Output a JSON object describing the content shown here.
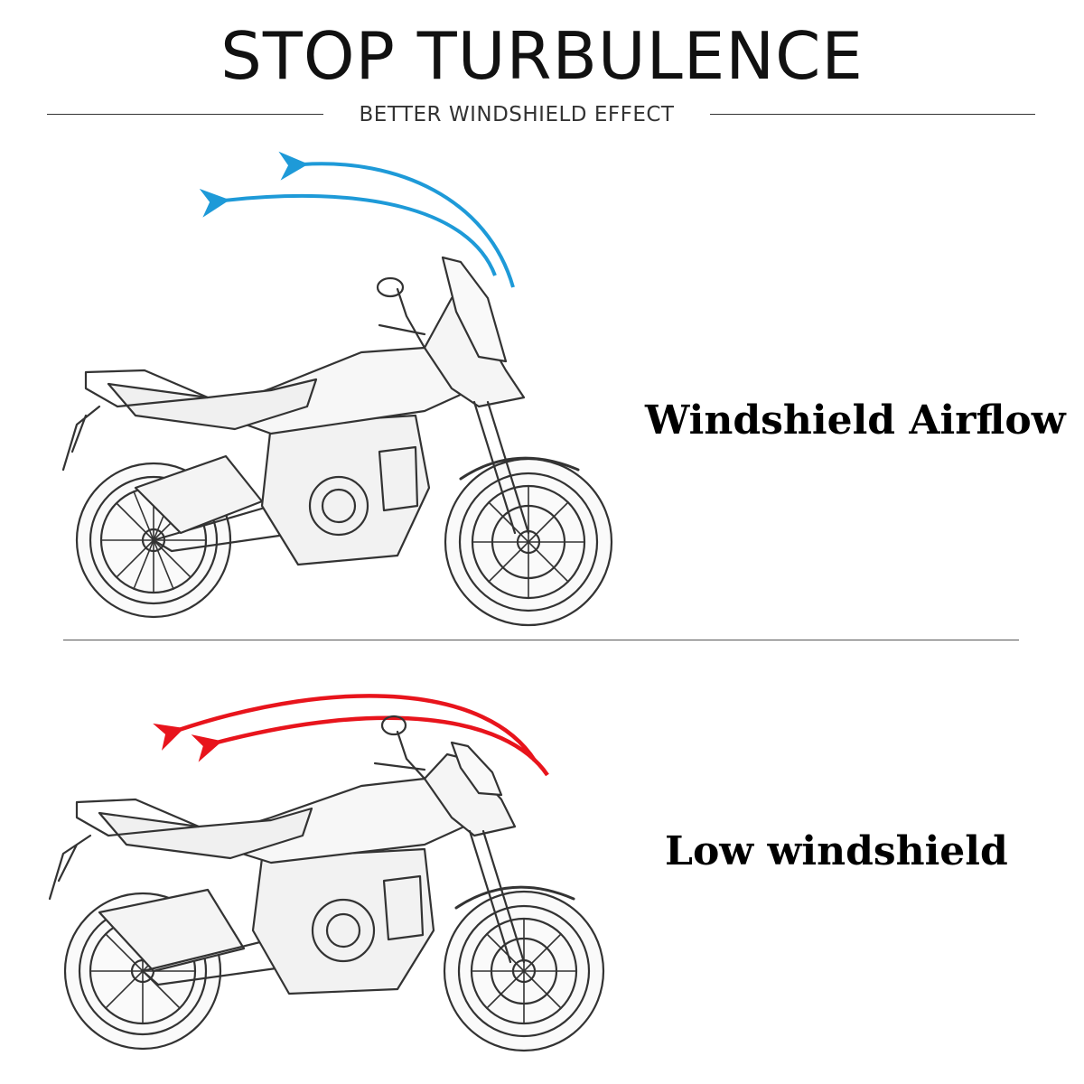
{
  "header": {
    "title": "STOP TURBULENCE",
    "subtitle": "BETTER WINDSHIELD EFFECT"
  },
  "panels": [
    {
      "caption": "Windshield Airflow",
      "airflow_color": "#1e9ad8",
      "airflow_icon": "airflow-arrow-icon"
    },
    {
      "caption": "Low windshield",
      "airflow_color": "#e8141c",
      "airflow_icon": "airflow-arrow-icon"
    }
  ],
  "colors": {
    "background": "#ffffff",
    "text": "#111111",
    "line_art": "#333333"
  }
}
